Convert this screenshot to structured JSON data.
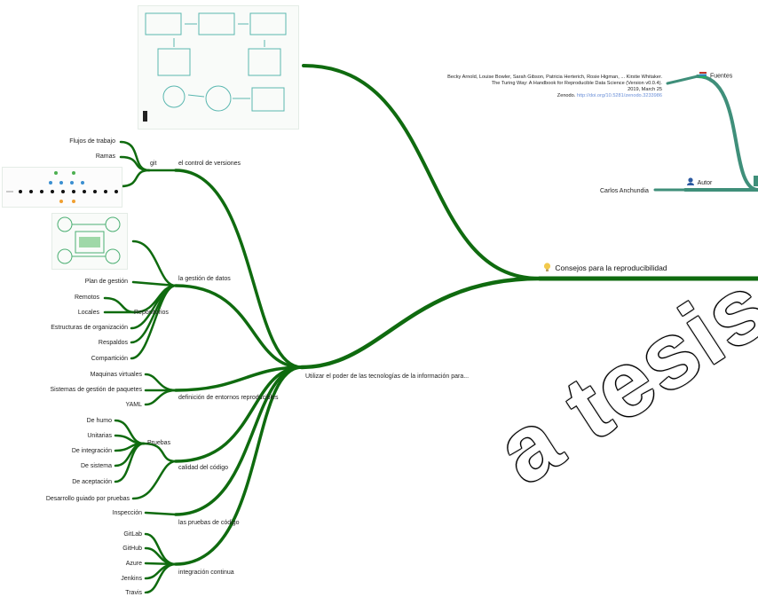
{
  "central_node": {
    "label": "Consejos para la reproducibilidad",
    "icon": "lightbulb-icon",
    "color": "#f2c94c"
  },
  "colors": {
    "branch_main": "#0f6b0f",
    "branch_meta": "#3f8f7a"
  },
  "fuentes": {
    "label": "Fuentes",
    "icon": "books-icon",
    "ref_line1": "Becky Arnold, Louise Bowler, Sarah Gibson, Patricia Herterich, Rosie Higman, ... Kirstie Whitaker.",
    "ref_line2": "The Turing Way: A Handbook for Reproducible Data Science (Version v0.0.4).",
    "ref_line3": "2019, March 25",
    "ref_line4_prefix": "Zenodo.",
    "ref_doi": "http://doi.org/10.5281/zenodo.3233986"
  },
  "autor": {
    "label": "Autor",
    "icon": "person-icon",
    "name": "Carlos Anchundia"
  },
  "main_topic": "Utilizar el poder de las tecnologías de la información para...",
  "branches": {
    "control_versiones": {
      "label": "el control de versiones",
      "git": "git",
      "items": [
        "Flujos de trabajo",
        "Ramas"
      ]
    },
    "gestion_datos": {
      "label": "la gestión de datos",
      "plan": "Plan de gestión",
      "repositorios": "Repositorios",
      "repo_items": [
        "Remotos",
        "Locales"
      ],
      "others": [
        "Estructuras de organización",
        "Respaldos",
        "Compartición"
      ]
    },
    "entornos": {
      "label": "definición de entornos reproducibles",
      "items": [
        "Maquinas virtuales",
        "Sistemas de gestión de paquetes",
        "YAML"
      ]
    },
    "calidad": {
      "label": "calidad del código",
      "pruebas": "Pruebas",
      "pruebas_items": [
        "De humo",
        "Unitarias",
        "De integración",
        "De sistema",
        "De aceptación"
      ],
      "tdd": "Desarrollo guiado por pruebas"
    },
    "pruebas_codigo": {
      "label": "las pruebas de código",
      "items": [
        "Inspección"
      ]
    },
    "integracion": {
      "label": "integración continua",
      "items": [
        "GitLab",
        "GitHub",
        "Azure",
        "Jenkins",
        "Travis"
      ]
    }
  },
  "watermark": "a tesis apro"
}
